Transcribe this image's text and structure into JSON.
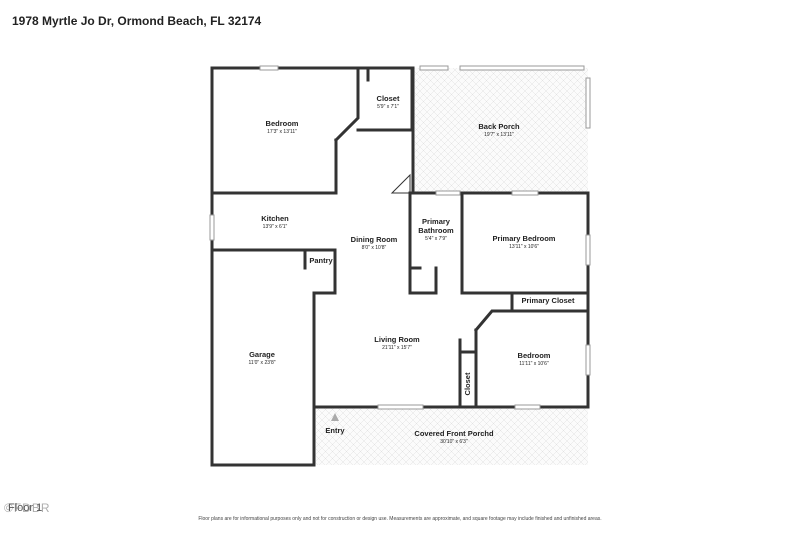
{
  "header": {
    "address": "1978 Myrtle Jo Dr, Ormond Beach, FL 32174"
  },
  "rooms": {
    "bedroom1": {
      "name": "Bedroom",
      "dims": "17'3\" x 13'11\""
    },
    "closet1": {
      "name": "Closet",
      "dims": "5'9\" x 7'1\""
    },
    "back_porch": {
      "name": "Back Porch",
      "dims": "19'7\" x 13'11\""
    },
    "kitchen": {
      "name": "Kitchen",
      "dims": "13'9\" x 6'1\""
    },
    "dining": {
      "name": "Dining Room",
      "dims": "8'0\" x 10'8\""
    },
    "pantry": {
      "name": "Pantry"
    },
    "primary_bath": {
      "name1": "Primary",
      "name2": "Bathroom",
      "dims": "5'4\" x 7'9\""
    },
    "primary_bedroom": {
      "name": "Primary Bedroom",
      "dims": "13'11\" x 10'6\""
    },
    "primary_closet": {
      "name": "Primary Closet"
    },
    "garage": {
      "name": "Garage",
      "dims": "11'0\" x 23'8\""
    },
    "living": {
      "name": "Living Room",
      "dims": "21'11\" x 15'7\""
    },
    "bedroom2": {
      "name": "Bedroom",
      "dims": "11'11\" x 10'6\""
    },
    "closet2": {
      "name": "Closet"
    },
    "entry": {
      "name": "Entry"
    },
    "front_porch": {
      "name": "Covered Front Porchd",
      "dims": "30'10\" x 6'3\""
    }
  },
  "footer": {
    "floor": "Floor 1",
    "watermark": "©FDBR",
    "disclaimer": "Floor plans are for informational purposes only and not for construction or design use. Measurements are approximate, and square footage may include finished and unfinished areas."
  },
  "colors": {
    "wall": "#333333",
    "porch_pattern": "#dddddd"
  }
}
